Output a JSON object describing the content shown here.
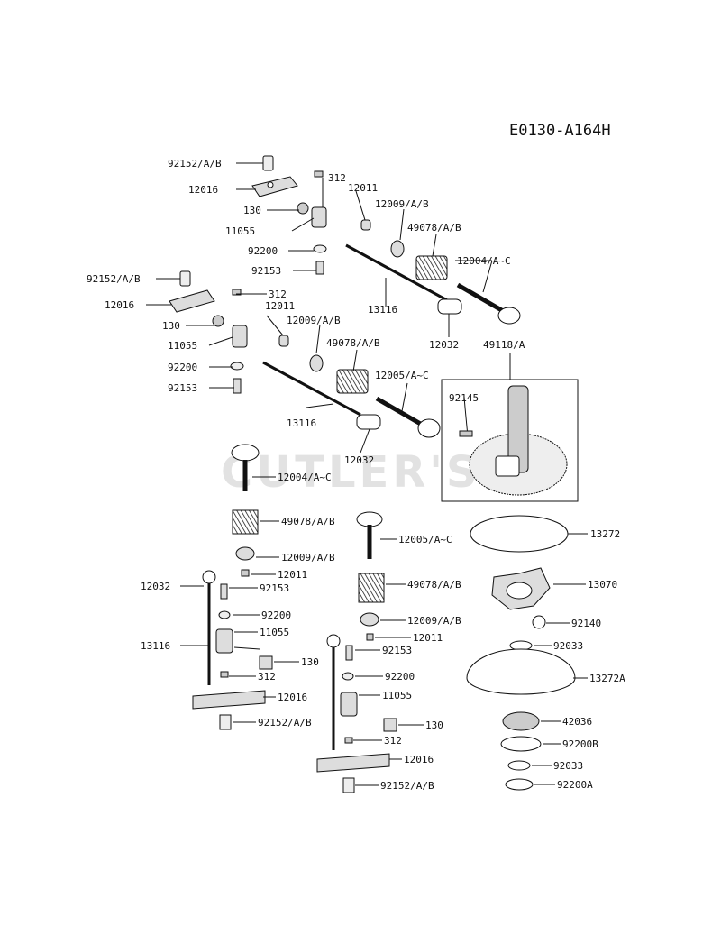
{
  "diagram_code": "E0130-A164H",
  "watermark": "CUTLER'S",
  "labels": {
    "p92152_1": "92152/A/B",
    "p12016_1": "12016",
    "p312_1": "312",
    "p12011_1": "12011",
    "p130_1": "130",
    "p12009_1": "12009/A/B",
    "p49078_1": "49078/A/B",
    "p11055_1": "11055",
    "p92200_1": "92200",
    "p12004_1": "12004/A~C",
    "p92153_1": "92153",
    "p92152_2": "92152/A/B",
    "p312_2": "312",
    "p12016_2": "12016",
    "p12011_2": "12011",
    "p13116_1": "13116",
    "p12009_2": "12009/A/B",
    "p130_2": "130",
    "p12032_1": "12032",
    "p49118": "49118/A",
    "p11055_2": "11055",
    "p49078_2": "49078/A/B",
    "p92200_2": "92200",
    "p12005_1": "12005/A~C",
    "p92153_2": "92153",
    "p92145": "92145",
    "p13116_2": "13116",
    "p12032_2": "12032",
    "p12004_2": "12004/A~C",
    "p49078_3": "49078/A/B",
    "p12005_2": "12005/A~C",
    "p13272": "13272",
    "p12009_3": "12009/A/B",
    "p12011_3": "12011",
    "p12032_3": "12032",
    "p92153_3": "92153",
    "p49078_4": "49078/A/B",
    "p13070": "13070",
    "p92200_3": "92200",
    "p12009_4": "12009/A/B",
    "p92140": "92140",
    "p11055_3": "11055",
    "p12011_4": "12011",
    "p13116_3": "13116",
    "p92153_4": "92153",
    "p92033_1": "92033",
    "p130_3": "130",
    "p312_3": "312",
    "p92200_4": "92200",
    "p13272A": "13272A",
    "p12016_3": "12016",
    "p11055_4": "11055",
    "p42036": "42036",
    "p92152_3": "92152/A/B",
    "p130_4": "130",
    "p312_4": "312",
    "p92200B": "92200B",
    "p12016_4": "12016",
    "p92033_2": "92033",
    "p92152_4": "92152/A/B",
    "p92200A": "92200A"
  }
}
